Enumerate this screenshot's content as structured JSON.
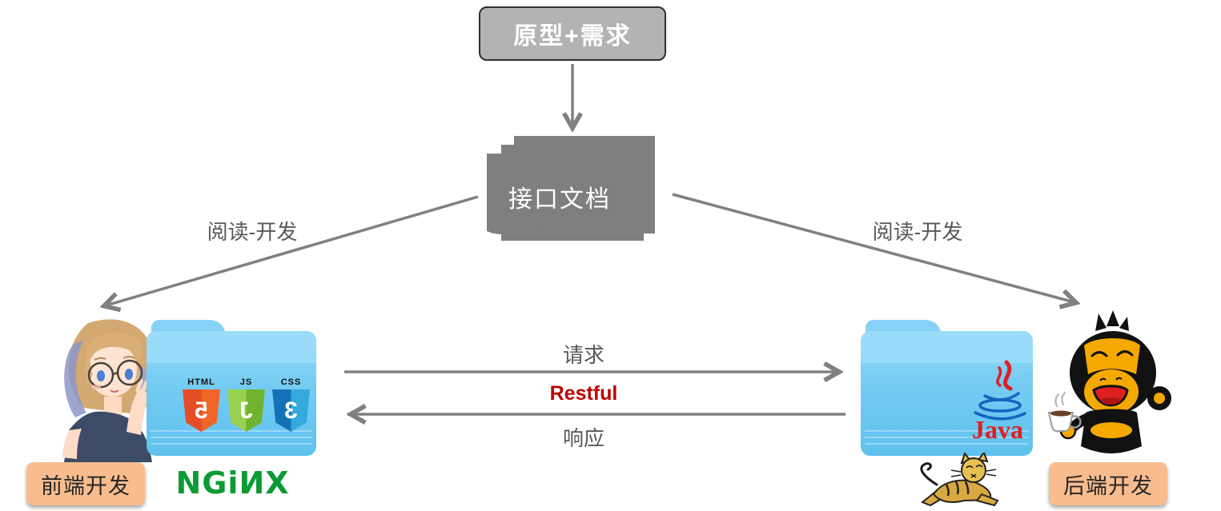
{
  "top_box": {
    "label": "原型+需求"
  },
  "document_stack": {
    "label": "接口文档"
  },
  "edges": {
    "left_read_develop": "阅读-开发",
    "right_read_develop": "阅读-开发"
  },
  "exchange": {
    "request": "请求",
    "protocol": "Restful",
    "response": "响应"
  },
  "frontend": {
    "role": "前端开发",
    "server_logo": "NGiИX",
    "badges": [
      {
        "label": "HTML",
        "glyph": "5"
      },
      {
        "label": "JS",
        "glyph": "J"
      },
      {
        "label": "CSS",
        "glyph": "3"
      }
    ]
  },
  "backend": {
    "role": "后端开发",
    "platform": "Java"
  },
  "colors": {
    "arrow_gray": "#808080",
    "label_gray": "#595959",
    "top_box_fill": "#b3b3b3",
    "document_fill": "#7f7f7f",
    "role_box_fill": "#f8bc8e",
    "restful_red": "#bf0000",
    "nginx_green": "#0a9b33",
    "folder_blue": "#74cbf2",
    "html5_orange": "#e44d26",
    "js_green": "#6fb32e",
    "css3_blue": "#1572b6",
    "java_red": "#e11e22",
    "java_blue": "#1565c0"
  }
}
